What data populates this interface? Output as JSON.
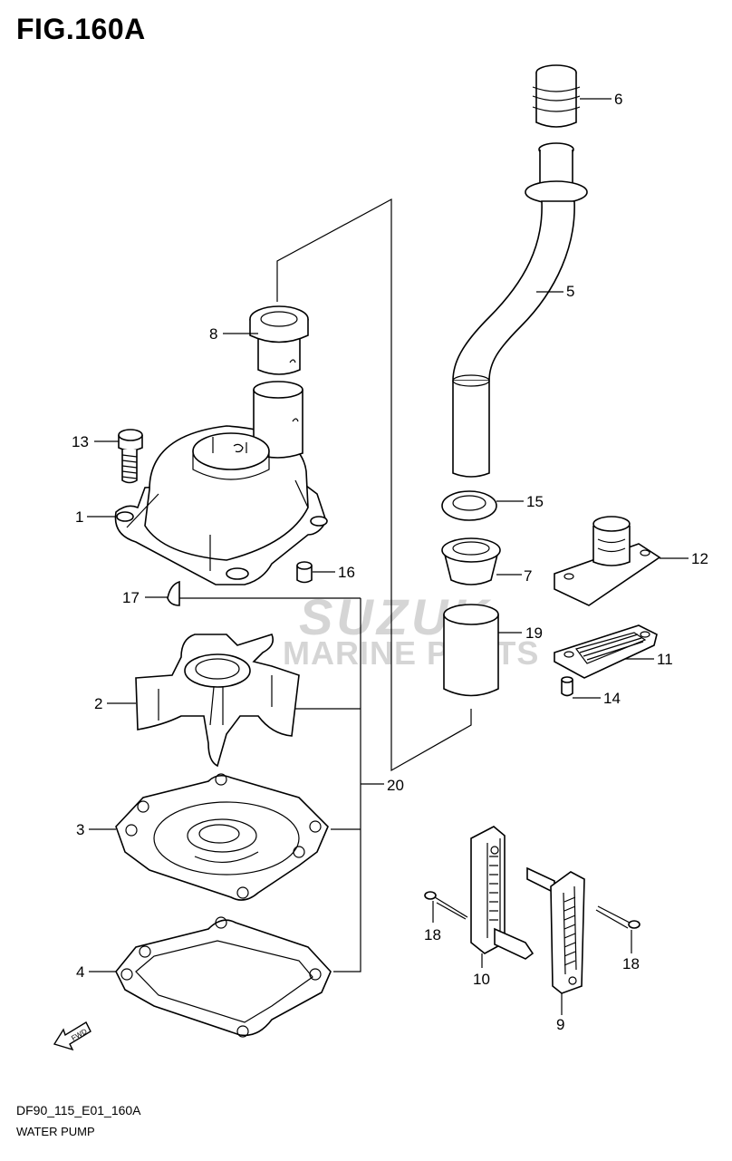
{
  "figure": {
    "title": "FIG.160A"
  },
  "footer": {
    "code": "DF90_115_E01_160A",
    "name": "WATER PUMP"
  },
  "watermark": {
    "brand": "SUZUK",
    "sub": "MARINE PARTS"
  },
  "direction": {
    "label": "FWD"
  },
  "callouts": {
    "c1": "1",
    "c2": "2",
    "c3": "3",
    "c4": "4",
    "c5": "5",
    "c6": "6",
    "c7": "7",
    "c8": "8",
    "c9": "9",
    "c10": "10",
    "c11": "11",
    "c12": "12",
    "c13": "13",
    "c14": "14",
    "c15": "15",
    "c16": "16",
    "c17": "17",
    "c18a": "18",
    "c18b": "18",
    "c19": "19",
    "c20": "20"
  }
}
